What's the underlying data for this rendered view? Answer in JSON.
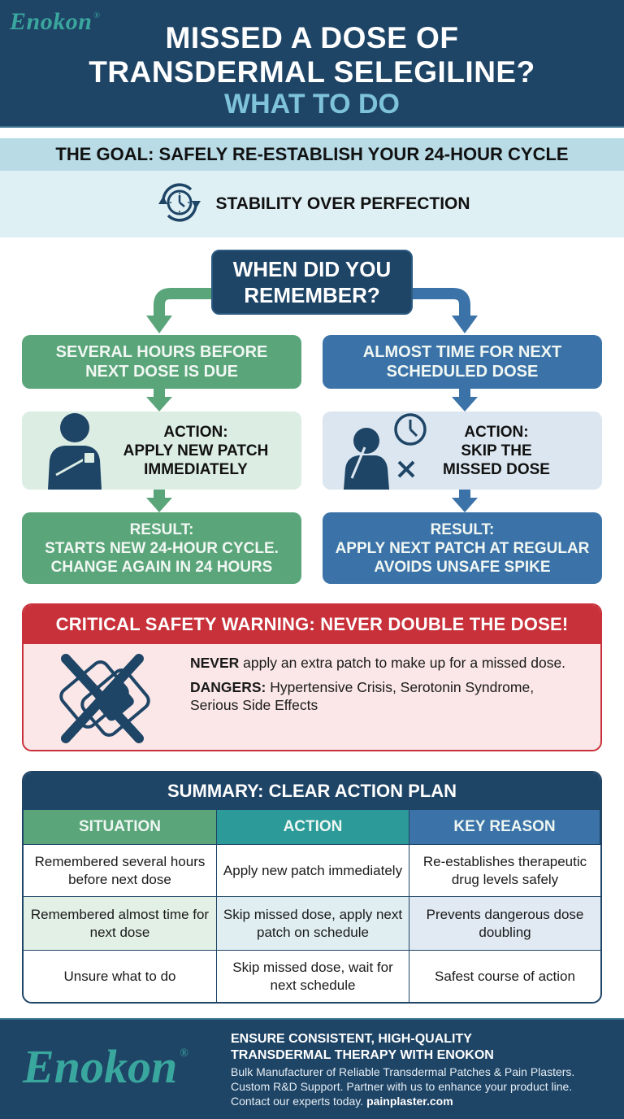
{
  "header": {
    "brand": "Enokon",
    "brand_mark": "®",
    "title_line1": "MISSED A DOSE OF",
    "title_line2": "TRANSDERMAL SELEGILINE?",
    "subtitle": "WHAT TO DO"
  },
  "goal": {
    "heading": "THE GOAL: SAFELY RE-ESTABLISH YOUR 24-HOUR CYCLE",
    "icon": "clock-cycle-icon",
    "tagline": "STABILITY OVER PERFECTION"
  },
  "flow": {
    "question_line1": "WHEN DID YOU",
    "question_line2": "REMEMBER?",
    "left": {
      "condition_line1": "SEVERAL HOURS BEFORE",
      "condition_line2": "NEXT DOSE IS DUE",
      "action_label": "ACTION:",
      "action_line1": "APPLY NEW PATCH",
      "action_line2": "IMMEDIATELY",
      "action_icon": "person-applying-patch-icon",
      "result_label": "RESULT:",
      "result_line1": "STARTS NEW 24-HOUR CYCLE.",
      "result_line2": "CHANGE AGAIN IN 24 HOURS"
    },
    "right": {
      "condition_line1": "ALMOST TIME FOR NEXT",
      "condition_line2": "SCHEDULED DOSE",
      "action_label": "ACTION:",
      "action_line1": "SKIP THE",
      "action_line2": "MISSED DOSE",
      "action_icon": "person-clock-skip-icon",
      "result_label": "RESULT:",
      "result_line1": "APPLY NEXT PATCH AT REGULAR",
      "result_line2": "AVOIDS UNSAFE SPIKE"
    }
  },
  "warning": {
    "heading": "CRITICAL SAFETY WARNING: NEVER DOUBLE THE DOSE!",
    "icon": "no-double-patch-icon",
    "never_bold": "NEVER",
    "never_text": " apply an extra patch to make up for a missed dose.",
    "dangers_bold": "DANGERS:",
    "dangers_text": " Hypertensive Crisis, Serotonin Syndrome, Serious Side Effects"
  },
  "summary": {
    "heading": "SUMMARY: CLEAR ACTION PLAN",
    "columns": [
      "SITUATION",
      "ACTION",
      "KEY REASON"
    ],
    "rows": [
      [
        "Remembered several hours before next dose",
        "Apply new patch immediately",
        "Re-establishes therapeutic drug levels safely"
      ],
      [
        "Remembered almost time for next dose",
        "Skip missed dose, apply next patch on schedule",
        "Prevents dangerous dose doubling"
      ],
      [
        "Unsure what to do",
        "Skip missed dose, wait for next schedule",
        "Safest course of action"
      ]
    ]
  },
  "footer": {
    "brand": "Enokon",
    "brand_mark": "®",
    "heading_line1": "ENSURE CONSISTENT, HIGH-QUALITY",
    "heading_line2": "TRANSDERMAL THERAPY WITH ENOKON",
    "body_line1": "Bulk Manufacturer of Reliable Transdermal Patches & Pain Plasters.",
    "body_line2": "Custom R&D Support. Partner with us to enhance your product line.",
    "body_line3": "Contact our experts today. ",
    "link": "painplaster.com"
  },
  "colors": {
    "navy": "#1e4466",
    "green": "#5aa57a",
    "blue": "#3b73a8",
    "teal": "#2b9a98",
    "red": "#c8313a",
    "light_blue": "#b8dbe6",
    "brand_teal": "#3aa79e"
  }
}
